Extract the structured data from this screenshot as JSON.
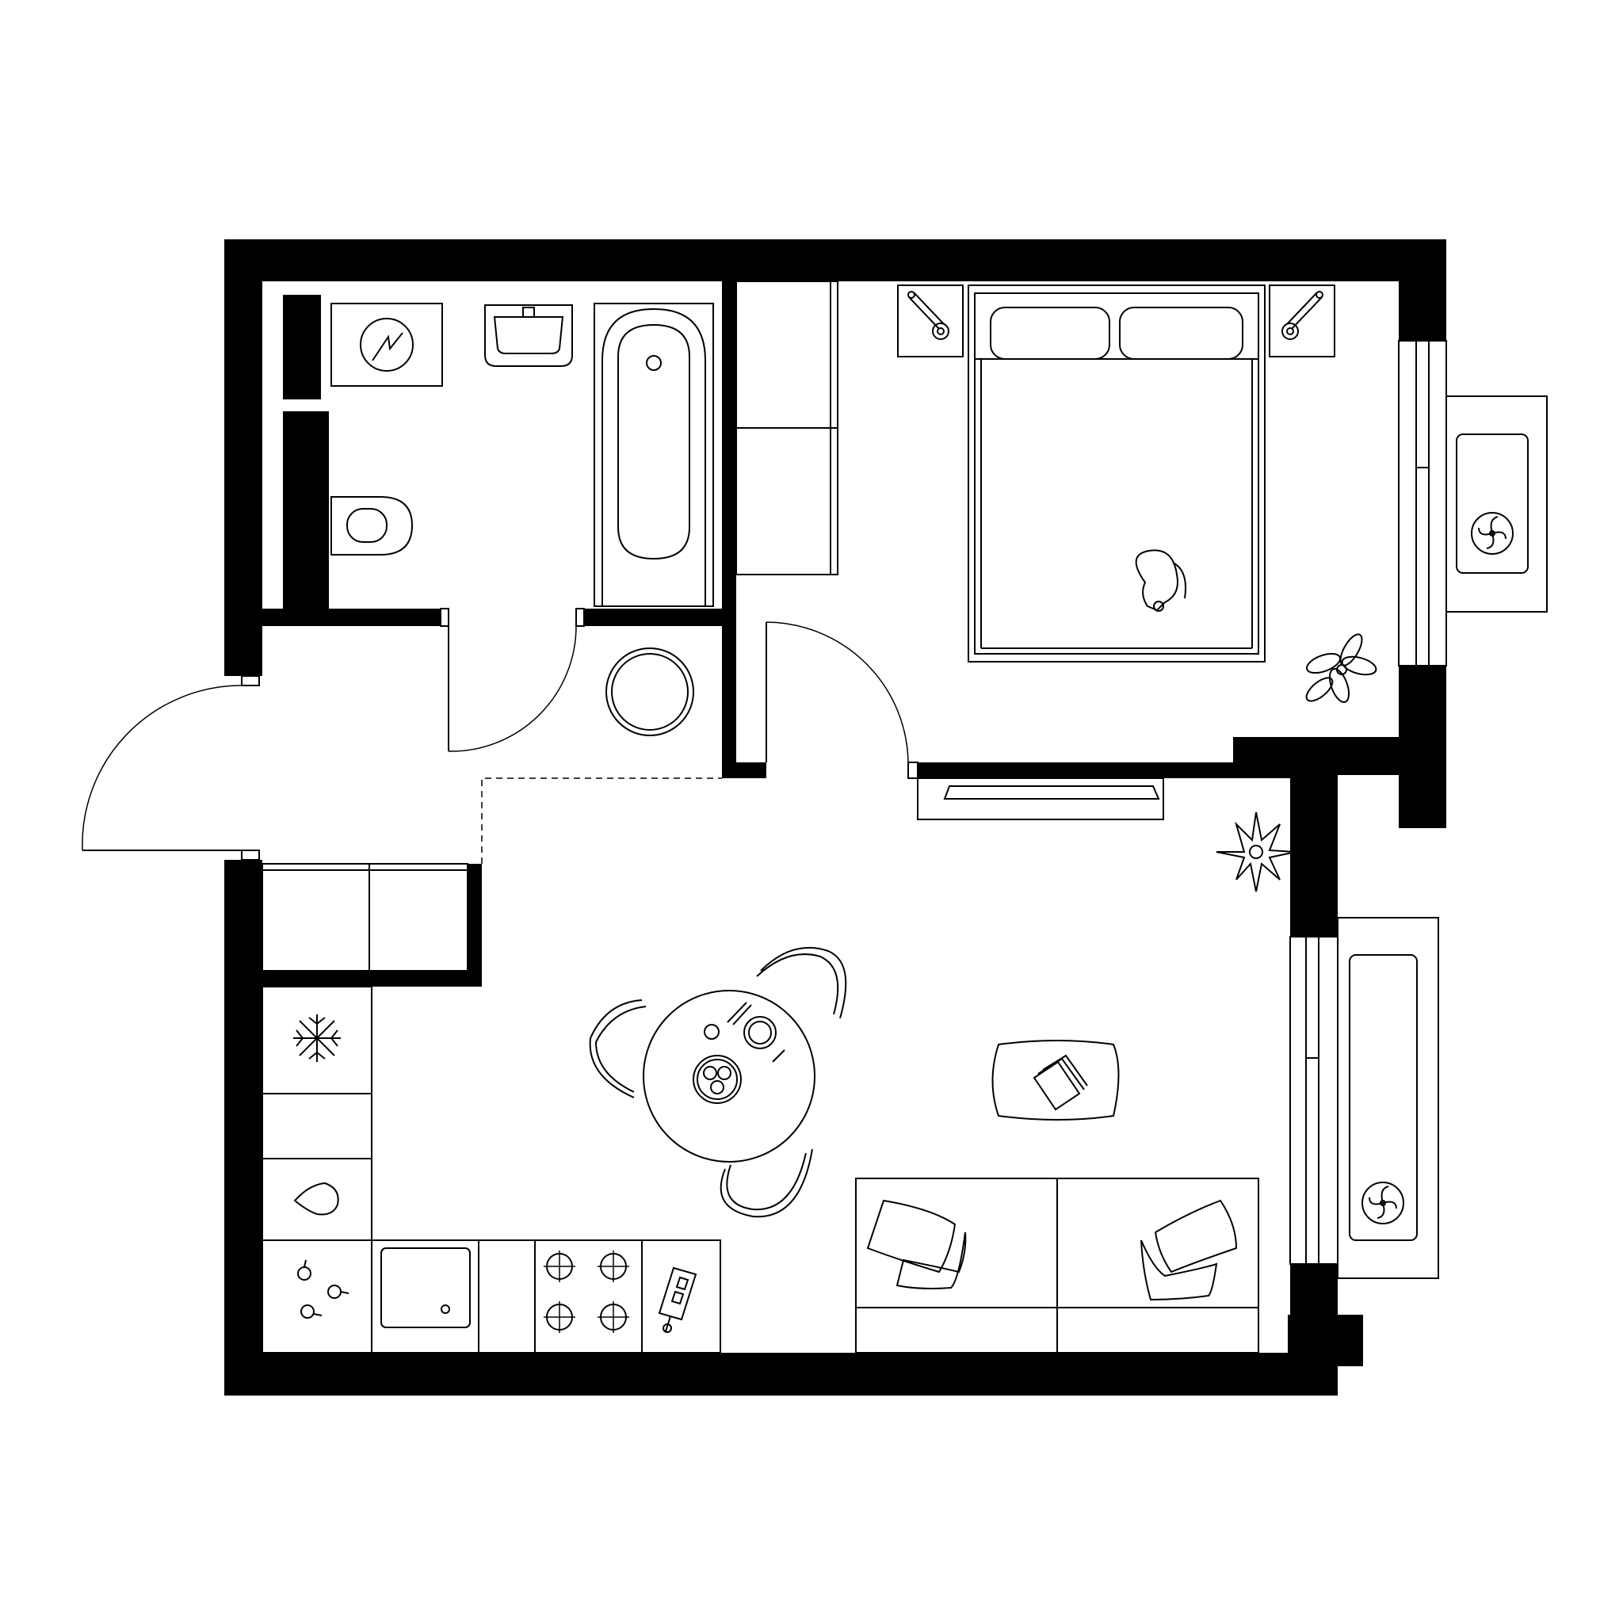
{
  "plan": {
    "kind": "apartment-floor-plan",
    "colors": {
      "wall": "#000000",
      "line": "#000000",
      "background": "#ffffff"
    },
    "rooms": [
      {
        "id": "bathroom",
        "fixtures": [
          "washing-machine",
          "sink",
          "bathtub",
          "toilet"
        ]
      },
      {
        "id": "hallway",
        "fixtures": [
          "entry-door",
          "wardrobe",
          "round-rug"
        ]
      },
      {
        "id": "bedroom",
        "fixtures": [
          "double-bed",
          "nightstand-left",
          "nightstand-right",
          "wardrobe",
          "potted-plant",
          "cat"
        ]
      },
      {
        "id": "living-kitchen",
        "fixtures": [
          "kitchen-counter",
          "fridge",
          "sink",
          "stove",
          "cutting-board",
          "dining-table",
          "chairs",
          "sofa",
          "coffee-table",
          "books",
          "tv-unit",
          "potted-plant"
        ]
      },
      {
        "id": "balconies",
        "fixtures": [
          "balcony-bedroom",
          "balcony-living",
          "ac-units"
        ]
      }
    ]
  }
}
